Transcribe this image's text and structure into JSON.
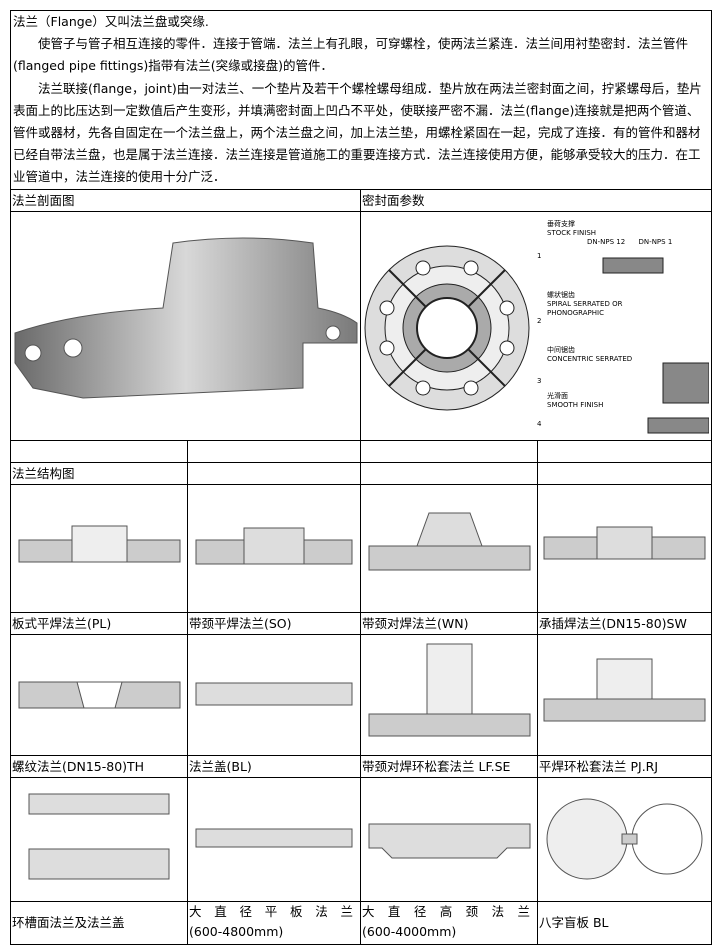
{
  "intro": {
    "p1": "法兰（Flange）又叫法兰盘或突缘.",
    "p2": "使管子与管子相互连接的零件．连接于管端．法兰上有孔眼，可穿螺栓，使两法兰紧连．法兰间用衬垫密封．法兰管件(flanged pipe fittings)指带有法兰(突缘或接盘)的管件．",
    "p3": "法兰联接(flange，joint)由一对法兰、一个垫片及若干个螺栓螺母组成．垫片放在两法兰密封面之间，拧紧螺母后，垫片表面上的比压达到一定数值后产生变形，并填满密封面上凹凸不平处，使联接严密不漏．法兰(flange)连接就是把两个管道、管件或器材，先各自固定在一个法兰盘上，两个法兰盘之间，加上法兰垫，用螺栓紧固在一起，完成了连接．有的管件和器材已经自带法兰盘，也是属于法兰连接．法兰连接是管道施工的重要连接方式．法兰连接使用方便，能够承受较大的压力．在工业管道中，法兰连接的使用十分广泛．"
  },
  "section": {
    "cross_section": "法兰剖面图",
    "seal_params": "密封面参数",
    "structure": "法兰结构图"
  },
  "seal_diagram": {
    "stock_cn": "垂荷支撑",
    "stock": "STOCK FINISH",
    "dn1": "DN-NPS  12",
    "dn2": "DN-NPS  1",
    "spiral_cn": "螺状锯齿",
    "spiral1": "SPIRAL SERRATED OR",
    "spiral2": "PHONOGRAPHIC",
    "conc_cn": "中间锯齿",
    "conc": "CONCENTRIC SERRATED",
    "smooth_cn": "光滑面",
    "smooth": "SMOOTH FINISH",
    "n1": "1",
    "n2": "2",
    "n3": "3",
    "n4": "4"
  },
  "types": [
    "板式平焊法兰(PL)",
    "带颈平焊法兰(SO)",
    "带颈对焊法兰(WN)",
    "承插焊法兰(DN15-80)SW",
    "螺纹法兰(DN15-80)TH",
    "法兰盖(BL)",
    "带颈对焊环松套法兰 LF.SE",
    "平焊环松套法兰 PJ.RJ",
    "环槽面法兰及法兰盖",
    "大直径平板法兰",
    "大直径高颈法兰",
    "八字盲板 BL"
  ],
  "ranges": {
    "flat": "(600-4800mm)",
    "neck": "(600-4000mm)"
  }
}
